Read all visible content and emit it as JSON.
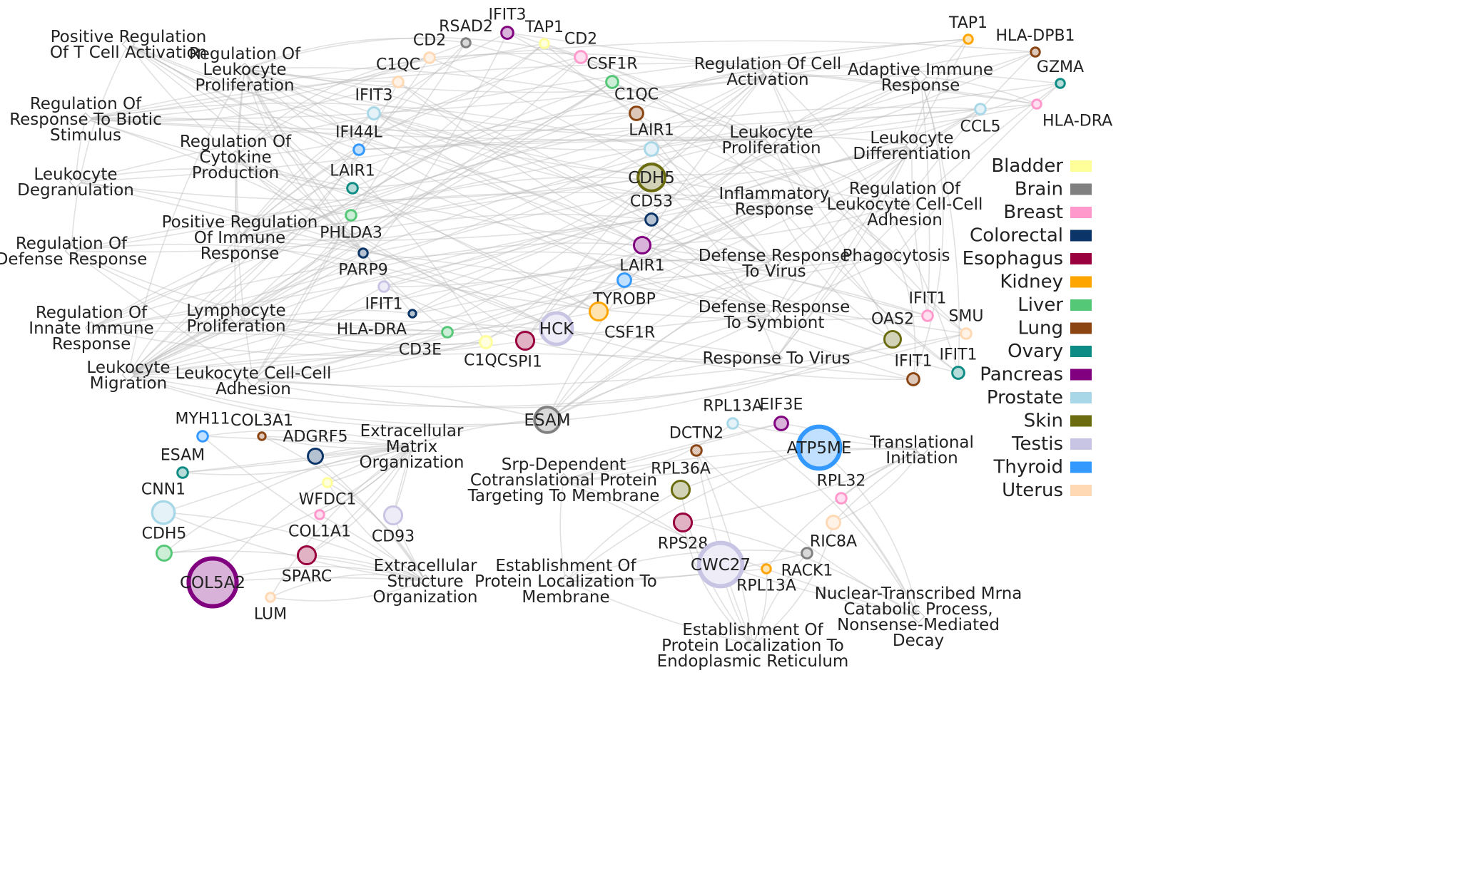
{
  "legend": [
    {
      "name": "Bladder",
      "color": "#ffff99"
    },
    {
      "name": "Brain",
      "color": "#808080"
    },
    {
      "name": "Breast",
      "color": "#ff99cc"
    },
    {
      "name": "Colorectal",
      "color": "#0b3468"
    },
    {
      "name": "Esophagus",
      "color": "#99003d"
    },
    {
      "name": "Kidney",
      "color": "#ffa500"
    },
    {
      "name": "Liver",
      "color": "#55c878"
    },
    {
      "name": "Lung",
      "color": "#8b4513"
    },
    {
      "name": "Ovary",
      "color": "#0c8c84"
    },
    {
      "name": "Pancreas",
      "color": "#800080"
    },
    {
      "name": "Prostate",
      "color": "#a8d8e8"
    },
    {
      "name": "Skin",
      "color": "#6b6b10"
    },
    {
      "name": "Testis",
      "color": "#c8c4e4"
    },
    {
      "name": "Thyroid",
      "color": "#3399ff"
    },
    {
      "name": "Uterus",
      "color": "#ffd8b4"
    }
  ],
  "clusters": [
    {
      "id": "immune",
      "terms": [
        {
          "label": "Positive Regulation\nOf T Cell Activation"
        },
        {
          "label": "Regulation Of\nLeukocyte\nProliferation"
        },
        {
          "label": "Regulation Of\nResponse To Biotic\nStimulus"
        },
        {
          "label": "Regulation Of\nCytokine\nProduction"
        },
        {
          "label": "Leukocyte\nDegranulation"
        },
        {
          "label": "Positive Regulation\nOf Immune\nResponse"
        },
        {
          "label": "Regulation Of\nDefense Response"
        },
        {
          "label": "Regulation Of\nInnate Immune\nResponse"
        },
        {
          "label": "Lymphocyte\nProliferation"
        },
        {
          "label": "Leukocyte\nMigration"
        },
        {
          "label": "Leukocyte Cell-Cell\nAdhesion"
        },
        {
          "label": "Regulation Of Cell\nActivation"
        },
        {
          "label": "Leukocyte\nProliferation"
        },
        {
          "label": "Inflammatory\nResponse"
        },
        {
          "label": "Defense Response\nTo Virus"
        },
        {
          "label": "Defense Response\nTo Symbiont"
        },
        {
          "label": "Response To Virus"
        },
        {
          "label": "Adaptive Immune\nResponse"
        },
        {
          "label": "Leukocyte\nDifferentiation"
        },
        {
          "label": "Regulation Of\nLeukocyte Cell-Cell\nAdhesion"
        },
        {
          "label": "Phagocytosis"
        }
      ],
      "genes": [
        {
          "label": "RSAD2",
          "tissue": "Brain",
          "size": 5
        },
        {
          "label": "IFIT3",
          "tissue": "Pancreas",
          "size": 7
        },
        {
          "label": "TAP1",
          "tissue": "Bladder",
          "size": 5
        },
        {
          "label": "CD2",
          "tissue": "Uterus",
          "size": 6
        },
        {
          "label": "CD2",
          "tissue": "Breast",
          "size": 7
        },
        {
          "label": "C1QC",
          "tissue": "Uterus",
          "size": 6
        },
        {
          "label": "CSF1R",
          "tissue": "Liver",
          "size": 7
        },
        {
          "label": "IFIT3",
          "tissue": "Prostate",
          "size": 7
        },
        {
          "label": "C1QC",
          "tissue": "Lung",
          "size": 8
        },
        {
          "label": "IFI44L",
          "tissue": "Thyroid",
          "size": 6
        },
        {
          "label": "LAIR1",
          "tissue": "Prostate",
          "size": 8
        },
        {
          "label": "LAIR1",
          "tissue": "Ovary",
          "size": 6
        },
        {
          "label": "CDH5",
          "tissue": "Skin",
          "size": 17
        },
        {
          "label": "PHLDA3",
          "tissue": "Liver",
          "size": 6
        },
        {
          "label": "CD53",
          "tissue": "Colorectal",
          "size": 7
        },
        {
          "label": "PARP9",
          "tissue": "Colorectal",
          "size": 5
        },
        {
          "label": "LAIR1",
          "tissue": "Pancreas",
          "size": 10
        },
        {
          "label": "IFIT1",
          "tissue": "Testis",
          "size": 6
        },
        {
          "label": "TYROBP",
          "tissue": "Thyroid",
          "size": 8
        },
        {
          "label": "HLA-DRA",
          "tissue": "Colorectal",
          "size": 4
        },
        {
          "label": "CSF1R",
          "tissue": "Kidney",
          "size": 11
        },
        {
          "label": "HCK",
          "tissue": "Testis",
          "size": 20
        },
        {
          "label": "CD3E",
          "tissue": "Liver",
          "size": 6
        },
        {
          "label": "C1QC",
          "tissue": "Bladder",
          "size": 7
        },
        {
          "label": "SPI1",
          "tissue": "Esophagus",
          "size": 11
        },
        {
          "label": "TAP1",
          "tissue": "Kidney",
          "size": 5
        },
        {
          "label": "HLA-DPB1",
          "tissue": "Lung",
          "size": 5
        },
        {
          "label": "GZMA",
          "tissue": "Ovary",
          "size": 5
        },
        {
          "label": "HLA-DRA",
          "tissue": "Breast",
          "size": 5
        },
        {
          "label": "CCL5",
          "tissue": "Prostate",
          "size": 6
        },
        {
          "label": "IFIT1",
          "tissue": "Breast",
          "size": 6
        },
        {
          "label": "SMU",
          "tissue": "Uterus",
          "size": 6
        },
        {
          "label": "OAS2",
          "tissue": "Skin",
          "size": 10
        },
        {
          "label": "IFIT1",
          "tissue": "Lung",
          "size": 7
        },
        {
          "label": "IFIT1",
          "tissue": "Ovary",
          "size": 7
        }
      ]
    },
    {
      "id": "esam",
      "genes": [
        {
          "label": "ESAM",
          "tissue": "Brain",
          "size": 16
        }
      ]
    },
    {
      "id": "matrix",
      "terms": [
        {
          "label": "Extracellular\nMatrix\nOrganization"
        },
        {
          "label": "Extracellular\nStructure\nOrganization"
        }
      ],
      "genes": [
        {
          "label": "MYH11",
          "tissue": "Thyroid",
          "size": 6
        },
        {
          "label": "COL3A1",
          "tissue": "Lung",
          "size": 4
        },
        {
          "label": "ADGRF5",
          "tissue": "Colorectal",
          "size": 9
        },
        {
          "label": "ESAM",
          "tissue": "Ovary",
          "size": 6
        },
        {
          "label": "WFDC1",
          "tissue": "Bladder",
          "size": 5
        },
        {
          "label": "CNN1",
          "tissue": "Prostate",
          "size": 14
        },
        {
          "label": "COL1A1",
          "tissue": "Breast",
          "size": 5
        },
        {
          "label": "CD93",
          "tissue": "Testis",
          "size": 11
        },
        {
          "label": "CDH5",
          "tissue": "Liver",
          "size": 9
        },
        {
          "label": "SPARC",
          "tissue": "Esophagus",
          "size": 11
        },
        {
          "label": "COL5A2",
          "tissue": "Pancreas",
          "size": 31
        },
        {
          "label": "LUM",
          "tissue": "Uterus",
          "size": 5
        }
      ]
    },
    {
      "id": "ribosome",
      "terms": [
        {
          "label": "Srp-Dependent\nCotranslational Protein\nTargeting To Membrane"
        },
        {
          "label": "Translational\nInitiation"
        },
        {
          "label": "Establishment Of\nProtein Localization To\nMembrane"
        },
        {
          "label": "Nuclear-Transcribed Mrna\nCatabolic Process,\nNonsense-Mediated\nDecay"
        },
        {
          "label": "Establishment Of\nProtein Localization To\nEndoplasmic Reticulum"
        }
      ],
      "genes": [
        {
          "label": "RPL13A",
          "tissue": "Prostate",
          "size": 6
        },
        {
          "label": "EIF3E",
          "tissue": "Pancreas",
          "size": 8
        },
        {
          "label": "DCTN2",
          "tissue": "Lung",
          "size": 6
        },
        {
          "label": "ATP5ME",
          "tissue": "Thyroid",
          "size": 27
        },
        {
          "label": "RPL36A",
          "tissue": "Skin",
          "size": 11
        },
        {
          "label": "RPL32",
          "tissue": "Breast",
          "size": 6
        },
        {
          "label": "RIC8A",
          "tissue": "Uterus",
          "size": 8
        },
        {
          "label": "RPS28",
          "tissue": "Esophagus",
          "size": 11
        },
        {
          "label": "RACK1",
          "tissue": "Brain",
          "size": 6
        },
        {
          "label": "CWC27",
          "tissue": "Testis",
          "size": 28
        },
        {
          "label": "RPL13A",
          "tissue": "Kidney",
          "size": 5
        }
      ]
    }
  ]
}
